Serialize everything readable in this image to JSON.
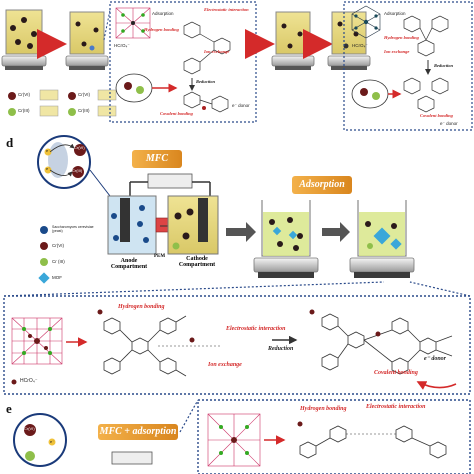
{
  "panel_c_top": {
    "legend": [
      "Cr(VI)",
      "Cr(III)",
      "Cr(VI)",
      "Cr(III)"
    ],
    "left_box": {
      "adsorption": "Adsorption",
      "hydrogen_bonding": "Hydrogen bonding",
      "electrostatic": "Electrostatic interaction",
      "ion_exchange": "Ion exchange",
      "reduction": "Reduction",
      "covalent": "Covalent bonding",
      "edonor": "e⁻ donor",
      "hcro4": "HCrO₄⁻"
    },
    "right_box": {
      "adsorption": "Adsorption",
      "hydrogen_bonding": "Hydrogen bonding",
      "ion_exchange": "Ion exchange",
      "reduction": "Reduction",
      "covalent": "Covalent bonding",
      "edonor": "e⁻ donor",
      "hcro4": "HCrO₄⁻"
    }
  },
  "panel_d": {
    "letter": "d",
    "mfc_banner": "MFC",
    "adsorption_banner": "Adsorption",
    "anode_label": "Anode Compartment",
    "cathode_label": "Cathode Compartment",
    "pem_label": "PEM",
    "bubble": {
      "cr6": "Cr(VI)",
      "cr3": "Cr(III)",
      "e1": "e⁻",
      "e2": "e⁻"
    },
    "legend": [
      {
        "label": "Saccharomyces cerevisiae (yeast)"
      },
      {
        "label": "Cr(VI)"
      },
      {
        "label": "Cr (III)"
      },
      {
        "label": "MOF"
      }
    ],
    "mechanism": {
      "hydrogen_bonding": "Hydrogen bonding",
      "electrostatic": "Electrostatic interaction",
      "reduction": "Reduction",
      "ion_exchange": "Ion exchange",
      "covalent": "Covalent bonding",
      "edonor": "e⁻ donor",
      "hcro4": "HCrO₄⁻"
    }
  },
  "panel_e": {
    "letter": "e",
    "banner": "MFC + adsorption",
    "hydrogen_bonding": "Hydrogen bonding",
    "electrostatic": "Electrostatic interaction",
    "bubble": {
      "cr6": "Cr(VI)",
      "e1": "e⁻"
    }
  },
  "colors": {
    "banner_orange": "#e8a23a",
    "label_red": "#d42a2a",
    "solution_yellow": "#e6d879",
    "dotted_line": "#2a4a8a"
  }
}
